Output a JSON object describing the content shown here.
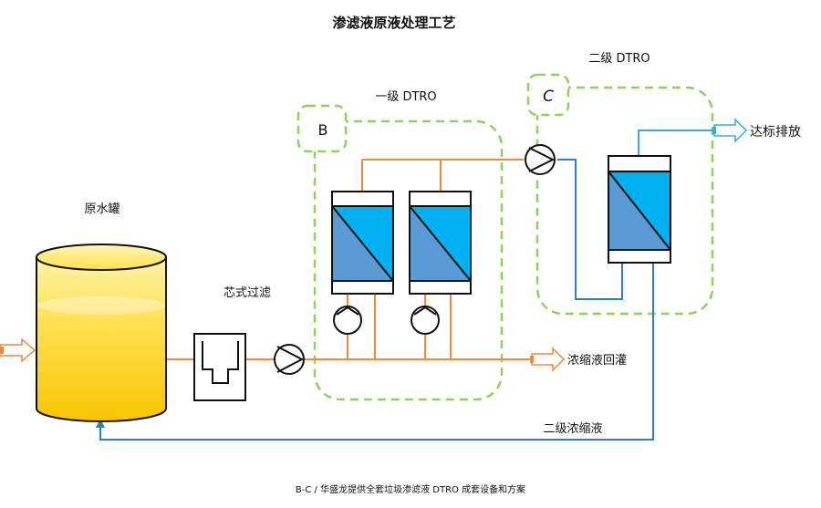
{
  "title": "渗滤液原液处理工艺",
  "labels": {
    "tank": "原水罐",
    "cartridge_filter": "芯式过滤",
    "stage1": "一级 DTRO",
    "stage2": "二级 DTRO",
    "badge_b": "B",
    "badge_c": "C",
    "discharge": "达标排放",
    "concentrate_reinjection": "浓缩液回灌",
    "stage2_concentrate": "二级浓缩液"
  },
  "footer": "B-C / 华盛龙提供全套垃圾渗滤液 DTRO 成套设备和方案",
  "colors": {
    "orange_pipe": "#ee8a3a",
    "blue_pipe": "#2f7fc0",
    "light_blue_pipe": "#3aa9dd",
    "dashed_box": "#8fd25a",
    "tank_fill": "#ffd21f",
    "membrane_top": "#00b0f0",
    "membrane_bottom": "#5b9bd5"
  },
  "icons": [
    "pump-icon",
    "arrow-right-icon"
  ]
}
